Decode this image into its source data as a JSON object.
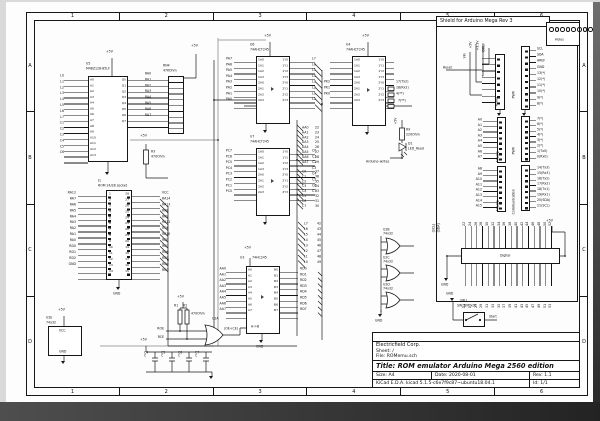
{
  "frame": {
    "cols": [
      "1",
      "2",
      "3",
      "4",
      "5",
      "6"
    ],
    "rows": [
      "A",
      "B",
      "C",
      "D"
    ]
  },
  "title_block": {
    "company": "Electricfield Corp.",
    "sheet": "Sheet: /",
    "file": "File: ROMemu.sch",
    "title": "Title: ROM emulator Arduino Mega 2560 edition",
    "size": "Size: A4",
    "date": "Date: 2020-08-01",
    "rev": "Rev: 1.1",
    "tool": "KiCad E.D.A.  kicad 5.1.5-c6e7f9c87~ubuntu18.04.1",
    "id": "Id: 1/1"
  },
  "labels": {
    "p5v": "+5V",
    "p33": "+3.3V",
    "vin": "Vin",
    "ioref": "IOREF",
    "gnd": "GND",
    "reset": "Reset",
    "start": "Start",
    "aw": "Arduino-writes",
    "pin7": "7(**)",
    "ab": "A->B"
  },
  "u5": {
    "ref": "U5",
    "value": "M48Z128-85LF",
    "left": [
      "L0",
      "L1",
      "L2",
      "L3",
      "L4",
      "L5",
      "L6",
      "L7",
      "C1",
      "C2",
      "C3",
      "C4",
      "C5",
      "C6"
    ],
    "right": [
      "RA0",
      "RA1",
      "RA2",
      "RA3",
      "RA4",
      "RA5",
      "RA6",
      "RA7"
    ],
    "inner_l": [
      "A0",
      "A1",
      "A2",
      "A3",
      "A4",
      "A5",
      "A6",
      "A7",
      "A8",
      "A9",
      "A10",
      "A11",
      "A12",
      "A13"
    ],
    "inner_r": [
      "Q0",
      "Q1",
      "Q2",
      "Q3",
      "Q4",
      "Q5",
      "Q6",
      "Q7"
    ]
  },
  "rn4": {
    "ref": "RN4",
    "value": "47KOhm"
  },
  "r3": {
    "ref": "R3",
    "value": "470Ohm"
  },
  "u6": {
    "ref": "U6",
    "value": "74AHCT245",
    "left": [
      "PA7",
      "PA6",
      "PA5",
      "PA4",
      "PA3",
      "PA2",
      "PA1",
      "PA0"
    ],
    "right": [
      "L7",
      "L6",
      "L5",
      "L4",
      "L3",
      "L2",
      "L1",
      "L0"
    ],
    "inner_l": [
      "1A0",
      "1A1",
      "1A2",
      "1A3",
      "2A0",
      "2A1",
      "2A2",
      "2A3"
    ],
    "inner_r": [
      "1Y0",
      "1Y1",
      "1Y2",
      "1Y3",
      "2Y0",
      "2Y1",
      "2Y2",
      "2Y3"
    ]
  },
  "u7": {
    "ref": "U7",
    "value": "74AHCT245",
    "left": [
      "PC7",
      "PC6",
      "PC5",
      "PC4",
      "PC3",
      "PC2",
      "PC1",
      "PC0"
    ],
    "right": [
      "C0",
      "C1",
      "C2",
      "C3",
      "C4",
      "C5",
      "C6",
      "C7"
    ],
    "inner_l": [
      "1A0",
      "1A1",
      "1A2",
      "1A3",
      "2A0",
      "2A1",
      "2A2",
      "2A3"
    ],
    "inner_r": [
      "1Y0",
      "1Y1",
      "1Y2",
      "1Y3",
      "2Y0",
      "2Y1",
      "2Y2",
      "2Y3"
    ]
  },
  "u4": {
    "ref": "U4",
    "value": "74AHCT245",
    "left": [
      "",
      "",
      "",
      "",
      "PK2",
      "PK1",
      "PK0",
      ""
    ],
    "right": [
      "",
      "",
      "",
      "",
      "17(Tx2)",
      "18(Rx2)",
      "4(**)",
      ""
    ],
    "inner_l": [
      "1A0",
      "1A1",
      "1A2",
      "1A3",
      "2A0",
      "2A1",
      "2A2",
      "2A3"
    ],
    "inner_r": [
      "1Y0",
      "1Y1",
      "1Y2",
      "1Y3",
      "2Y0",
      "2Y1",
      "2Y2",
      "2Y3"
    ]
  },
  "u3": {
    "ref": "U3",
    "value": "74HC245",
    "left": [
      "AA0",
      "AA1",
      "AA2",
      "AA3",
      "AA4",
      "AA5",
      "AA6",
      "AA7"
    ],
    "right": [
      "RD0",
      "RD1",
      "RD2",
      "RD3",
      "RD4",
      "RD5",
      "RD6",
      "RD7"
    ],
    "inner_l": [
      "A0",
      "A1",
      "A2",
      "A3",
      "A4",
      "A5",
      "A6",
      "A7"
    ],
    "inner_r": [
      "B0",
      "B1",
      "B2",
      "B3",
      "B4",
      "B5",
      "B6",
      "B7"
    ]
  },
  "j1": {
    "ref": "J1",
    "value": "ROM 24/28 socket",
    "left": [
      "RA12",
      "RA7",
      "RA6",
      "RA5",
      "RA4",
      "RA3",
      "RA2",
      "RA1",
      "RA0",
      "RD0",
      "RD1",
      "RD2",
      "GND",
      ""
    ],
    "right": [
      "VCC",
      "RA14",
      "RA13",
      "RA8",
      "RA9",
      "RA11",
      "ROE",
      "RA10",
      "RCE",
      "RD7",
      "RD6",
      "RD5",
      "RD4",
      "RD3"
    ],
    "inner_l": [
      "1",
      "2",
      "3",
      "4",
      "5",
      "6",
      "7",
      "8",
      "9",
      "10",
      "11",
      "12",
      "13",
      "14"
    ],
    "inner_r": [
      "28",
      "27",
      "26",
      "25",
      "24",
      "23",
      "22",
      "21",
      "20",
      "19",
      "18",
      "17",
      "16",
      "15"
    ]
  },
  "u2a": {
    "ref": "U2A",
    "out": "(OE+CE)",
    "in": [
      "ROE",
      "RCE"
    ],
    "r1": "R1",
    "r2": "R2",
    "rv": "470Ohm"
  },
  "u2b": {
    "ref": "U2B",
    "value": "74x32"
  },
  "u2c": {
    "ref": "U2C",
    "value": "74x32"
  },
  "u2d": {
    "ref": "U2D",
    "value": "74x32"
  },
  "u2e": {
    "ref": "U2E",
    "value": "74x32",
    "vcc": "VCC",
    "gnd": "GND"
  },
  "led": {
    "rref": "R9",
    "rval": "220Ohm",
    "dref": "D1",
    "dval": "LED_Read"
  },
  "caps": [
    {
      "ref": "C4",
      "value": "C"
    },
    {
      "ref": "C5",
      "value": "C"
    },
    {
      "ref": "C6",
      "value": "C"
    },
    {
      "ref": "C7",
      "value": "C"
    }
  ],
  "cols": {
    "aa": [
      {
        "n": "AA0",
        "p": "22"
      },
      {
        "n": "AA1",
        "p": "23"
      },
      {
        "n": "AA2",
        "p": "24"
      },
      {
        "n": "AA3",
        "p": "25"
      },
      {
        "n": "AA4",
        "p": "26"
      },
      {
        "n": "AA5",
        "p": "27"
      },
      {
        "n": "AA6",
        "p": "28"
      },
      {
        "n": "AA7",
        "p": "29"
      }
    ],
    "c": [
      {
        "n": "C0",
        "p": "37"
      },
      {
        "n": "C1",
        "p": "36"
      },
      {
        "n": "C2",
        "p": "35"
      },
      {
        "n": "C3",
        "p": "34"
      },
      {
        "n": "C4",
        "p": "33"
      },
      {
        "n": "C5",
        "p": "32"
      },
      {
        "n": "C6",
        "p": "31"
      },
      {
        "n": "C7",
        "p": "30"
      }
    ],
    "l": [
      {
        "n": "L7",
        "p": "42"
      },
      {
        "n": "L6",
        "p": "43"
      },
      {
        "n": "L5",
        "p": "44"
      },
      {
        "n": "L4",
        "p": "45"
      },
      {
        "n": "L3",
        "p": "46"
      },
      {
        "n": "L2",
        "p": "47"
      },
      {
        "n": "L1",
        "p": "48"
      },
      {
        "n": "L0",
        "p": "49"
      }
    ]
  },
  "shield": {
    "box_title": "Shield for Arduino Mega Rev 3",
    "holes_label": "Holes",
    "holes": [
      "H1",
      "H2",
      "H3",
      "H4",
      "H5",
      "H6",
      "H7",
      "H8"
    ],
    "power": {
      "name": "Power"
    },
    "pwr1": {
      "name": "PWR",
      "nets": [
        "SCL",
        "SDA",
        "AREF",
        "GND",
        "13(*)",
        "12(*)",
        "11(*)",
        "10(*)",
        "9(*)",
        "8(*)"
      ]
    },
    "analog1": {
      "name": "Analog",
      "nets": [
        "A0",
        "A1",
        "A2",
        "A3",
        "A4",
        "A5",
        "A6",
        "A7"
      ]
    },
    "pwr2": {
      "name": "PWR",
      "nets": [
        "7(*)",
        "6(*)",
        "5(*)",
        "4(*)",
        "3(*)",
        "2(*)",
        "1(Tx0)",
        "0(Rx0)"
      ]
    },
    "analog2": {
      "name": "Analog",
      "nets": [
        "A8",
        "A9",
        "A10",
        "A11",
        "A12",
        "A13",
        "A14",
        "A15"
      ]
    },
    "comm": {
      "name": "Communication",
      "nets": [
        "14(Tx3)",
        "15(Rx3)",
        "16(Tx2)",
        "17(Rx2)",
        "18(Tx1)",
        "19(Rx1)",
        "20(SDA)",
        "21(SCL)"
      ]
    },
    "digital": {
      "name": "Digital",
      "left": [
        "(SCL)",
        "(SDA)"
      ],
      "top": [
        "22",
        "24",
        "26",
        "28",
        "30",
        "32",
        "34",
        "36",
        "38",
        "40",
        "42",
        "44",
        "46",
        "48",
        "50",
        "52"
      ],
      "bottom": [
        "23",
        "25",
        "27",
        "29",
        "31",
        "33",
        "35",
        "37",
        "39",
        "41",
        "43",
        "45",
        "47",
        "49",
        "51",
        "53"
      ]
    },
    "switch": {
      "ref": "SW1",
      "value": "SW_DIP_x01",
      "net": "Start"
    }
  }
}
